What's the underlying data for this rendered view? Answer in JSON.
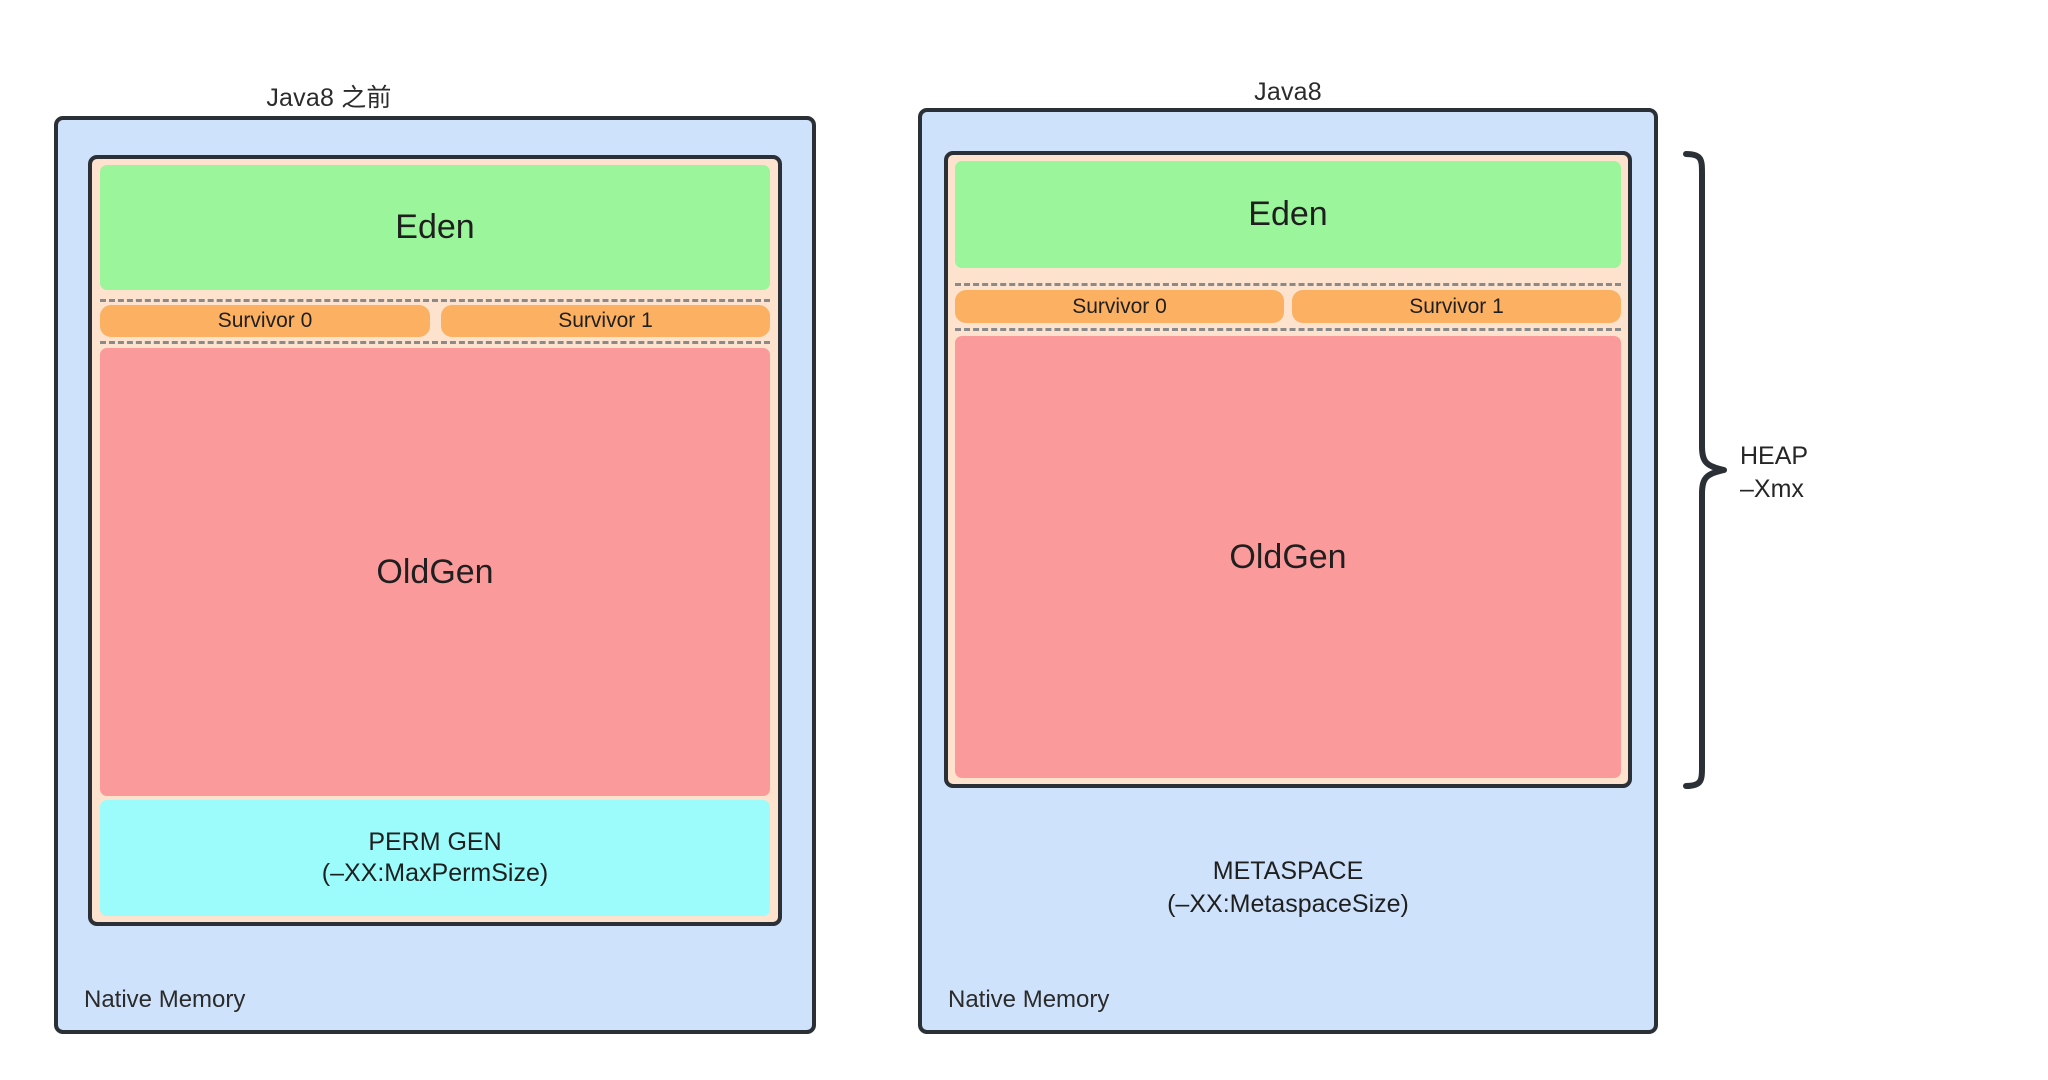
{
  "diagram": {
    "title_left": "Java8 之前",
    "title_right": "Java8",
    "panels": [
      {
        "id": "pre-java8",
        "title": "Java8 之前",
        "native_label": "Native Memory",
        "eden_label": "Eden",
        "survivor0_label": "Survivor 0",
        "survivor1_label": "Survivor 1",
        "oldgen_label": "OldGen",
        "permgen_label_line1": "PERM GEN",
        "permgen_label_line2": "(–XX:MaxPermSize)"
      },
      {
        "id": "java8",
        "title": "Java8",
        "native_label": "Native Memory",
        "eden_label": "Eden",
        "survivor0_label": "Survivor 0",
        "survivor1_label": "Survivor 1",
        "oldgen_label": "OldGen",
        "metaspace_label_line1": "METASPACE",
        "metaspace_label_line2": "(–XX:MetaspaceSize)"
      }
    ],
    "annotation": {
      "heap_label": "HEAP",
      "xmx_label": "–Xmx"
    },
    "colors": {
      "native_memory": "#cfe2fb",
      "heap_frame": "#fde3cd",
      "eden": "#9bf59b",
      "survivor": "#fcb062",
      "oldgen": "#fb9a9a",
      "permgen": "#9cfbfb",
      "stroke": "#2b2f36",
      "dashed": "#8a8a8a",
      "text": "#262626"
    }
  }
}
